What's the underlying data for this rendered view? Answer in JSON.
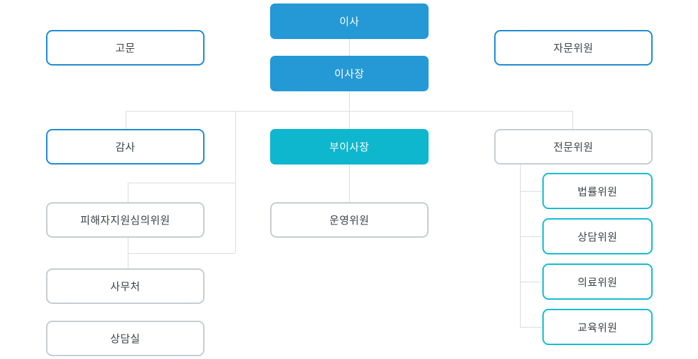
{
  "chart": {
    "type": "org-chart",
    "nodes": {
      "director": {
        "label": "이사"
      },
      "advisor": {
        "label": "고문"
      },
      "advisory_committee": {
        "label": "자문위원"
      },
      "chairman": {
        "label": "이사장"
      },
      "auditor": {
        "label": "감사"
      },
      "vice_chairman": {
        "label": "부이사장"
      },
      "expert_committee": {
        "label": "전문위원"
      },
      "victim_support": {
        "label": "피해자지원심의위원"
      },
      "steering_committee": {
        "label": "운영위원"
      },
      "secretariat": {
        "label": "사무처"
      },
      "counseling_office": {
        "label": "상담실"
      },
      "legal_committee": {
        "label": "법률위원"
      },
      "counseling_committee": {
        "label": "상담위원"
      },
      "medical_committee": {
        "label": "의료위원"
      },
      "education_committee": {
        "label": "교육위원"
      }
    },
    "colors": {
      "primary_blue_fill": "#2499d6",
      "teal_fill": "#0fb7ce",
      "blue_border": "#1d8ad2",
      "teal_border": "#14bcd2",
      "gray_border": "#c7ccd1",
      "connector_line": "#d9dcde",
      "text_dark": "#3a3f44",
      "text_on_fill": "#ffffff"
    }
  }
}
